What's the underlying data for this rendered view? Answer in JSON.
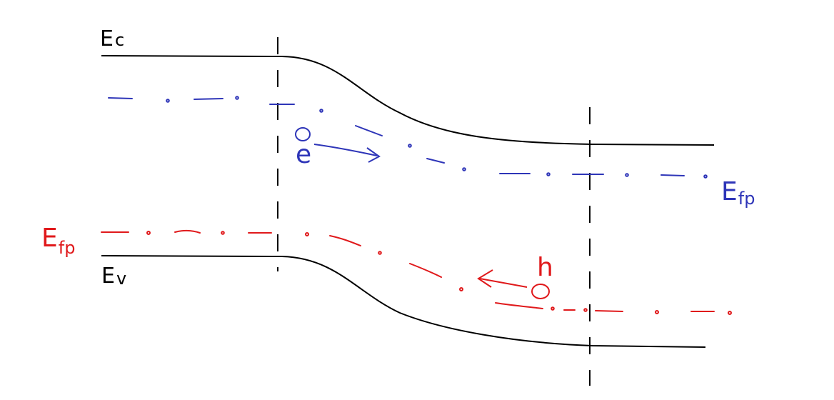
{
  "labels": {
    "conduction_band": {
      "main": "E",
      "sub": "c"
    },
    "valence_band": {
      "main": "E",
      "sub": "v"
    },
    "fermi_n": {
      "main": "E",
      "sub": "fp"
    },
    "fermi_p": {
      "main": "E",
      "sub": "fp"
    },
    "electron": "e",
    "hole": "h"
  },
  "colors": {
    "band": "#000000",
    "electron_quasi_fermi": "#2e35b8",
    "hole_quasi_fermi": "#e0191b"
  }
}
